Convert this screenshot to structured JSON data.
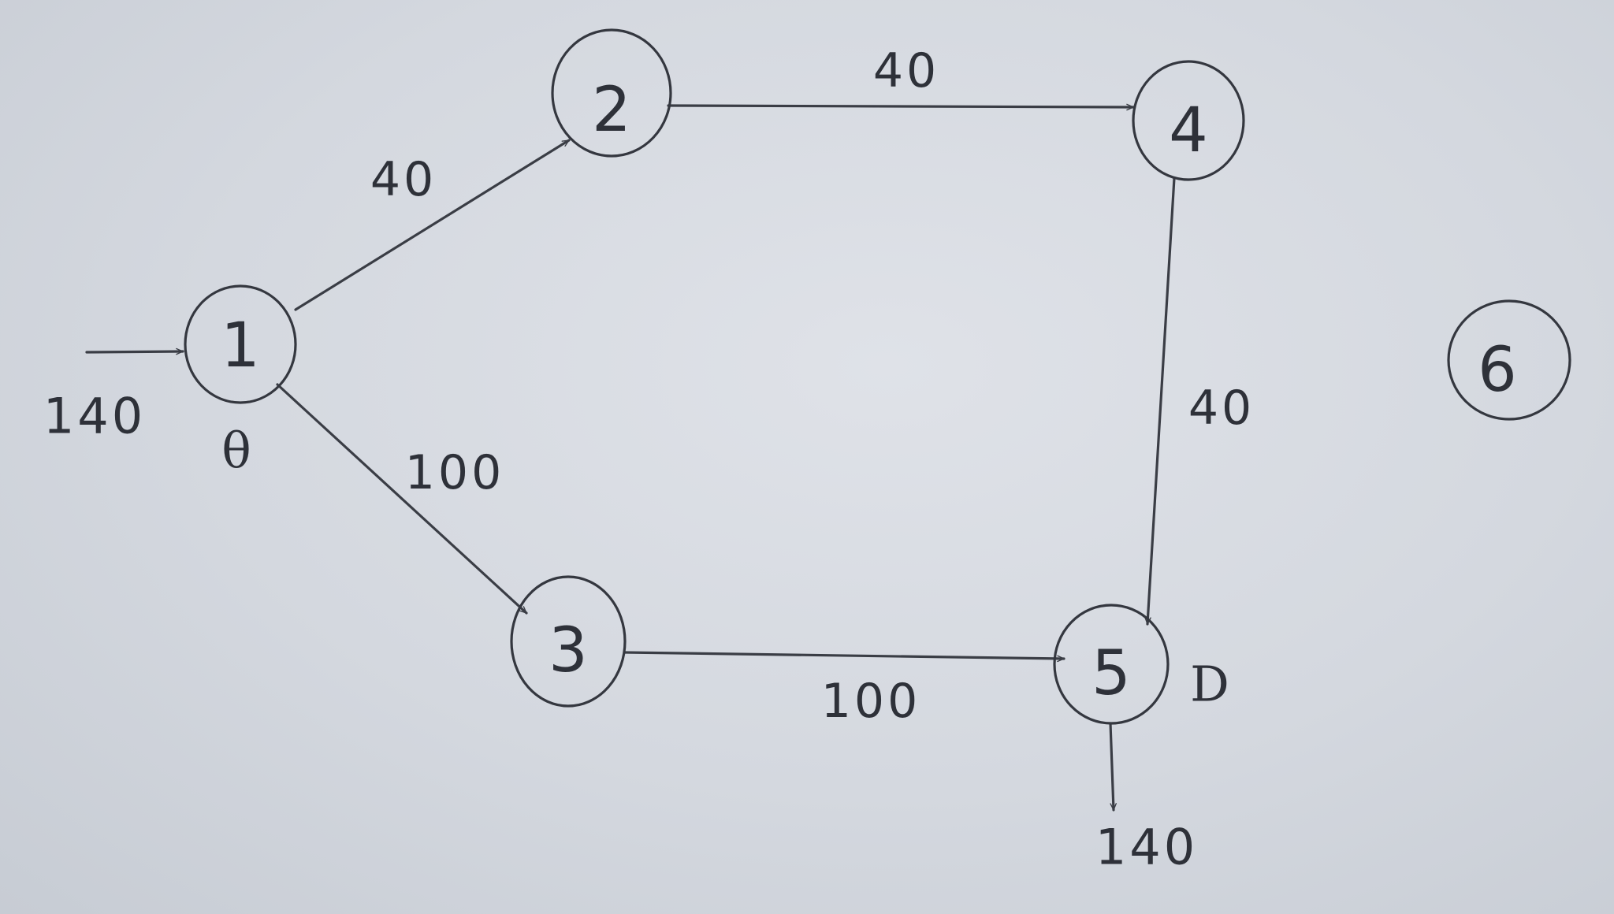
{
  "nodes": [
    {
      "id": "1",
      "label": "1"
    },
    {
      "id": "2",
      "label": "2"
    },
    {
      "id": "3",
      "label": "3"
    },
    {
      "id": "4",
      "label": "4"
    },
    {
      "id": "5",
      "label": "5"
    },
    {
      "id": "6",
      "label": "6"
    }
  ],
  "edges": [
    {
      "from": "1",
      "to": "2",
      "label": "40"
    },
    {
      "from": "2",
      "to": "4",
      "label": "40"
    },
    {
      "from": "1",
      "to": "3",
      "label": "100"
    },
    {
      "from": "3",
      "to": "5",
      "label": "100"
    },
    {
      "from": "4",
      "to": "5",
      "label": "40"
    }
  ],
  "inflow": {
    "node": "1",
    "label": "140"
  },
  "outflow": {
    "node": "5",
    "label": "140"
  },
  "markers": {
    "origin": {
      "node": "1",
      "label": "θ"
    },
    "destination": {
      "node": "5",
      "label": "D"
    }
  },
  "colors": {
    "ink": "#2e3139",
    "paper": "#d4d8df"
  }
}
